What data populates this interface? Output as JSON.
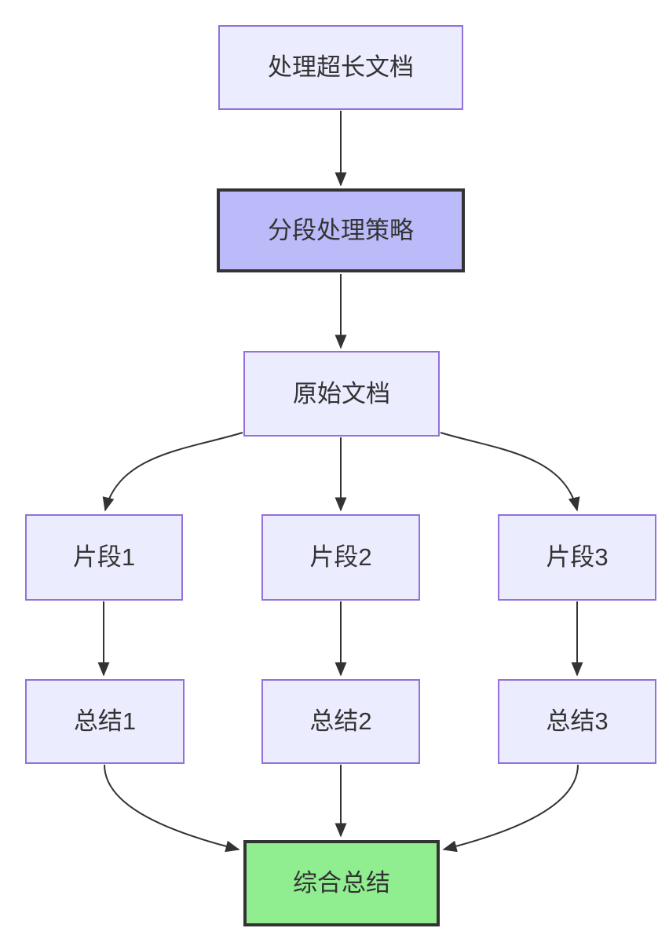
{
  "diagram": {
    "type": "flowchart",
    "direction": "top-down",
    "colors": {
      "background": "#FFFFFF",
      "node_fill": "#ECECFF",
      "node_border": "#9370DB",
      "emphasis_fill": "#BBBBFA",
      "emphasis_border": "#333333",
      "success_fill": "#90EE90",
      "success_border": "#333333",
      "edge": "#333333",
      "text": "#333333"
    },
    "nodes": [
      {
        "id": "A",
        "label": "处理超长文档",
        "variant": "default"
      },
      {
        "id": "B",
        "label": "分段处理策略",
        "variant": "emphasis"
      },
      {
        "id": "C",
        "label": "原始文档",
        "variant": "default"
      },
      {
        "id": "D1",
        "label": "片段1",
        "variant": "default"
      },
      {
        "id": "D2",
        "label": "片段2",
        "variant": "default"
      },
      {
        "id": "D3",
        "label": "片段3",
        "variant": "default"
      },
      {
        "id": "E1",
        "label": "总结1",
        "variant": "default"
      },
      {
        "id": "E2",
        "label": "总结2",
        "variant": "default"
      },
      {
        "id": "E3",
        "label": "总结3",
        "variant": "default"
      },
      {
        "id": "F",
        "label": "综合总结",
        "variant": "success"
      }
    ],
    "edges": [
      {
        "from": "处理超长文档",
        "to": "分段处理策略"
      },
      {
        "from": "分段处理策略",
        "to": "原始文档"
      },
      {
        "from": "原始文档",
        "to": "片段1"
      },
      {
        "from": "原始文档",
        "to": "片段2"
      },
      {
        "from": "原始文档",
        "to": "片段3"
      },
      {
        "from": "片段1",
        "to": "总结1"
      },
      {
        "from": "片段2",
        "to": "总结2"
      },
      {
        "from": "片段3",
        "to": "总结3"
      },
      {
        "from": "总结1",
        "to": "综合总结"
      },
      {
        "from": "总结2",
        "to": "综合总结"
      },
      {
        "from": "总结3",
        "to": "综合总结"
      }
    ]
  }
}
